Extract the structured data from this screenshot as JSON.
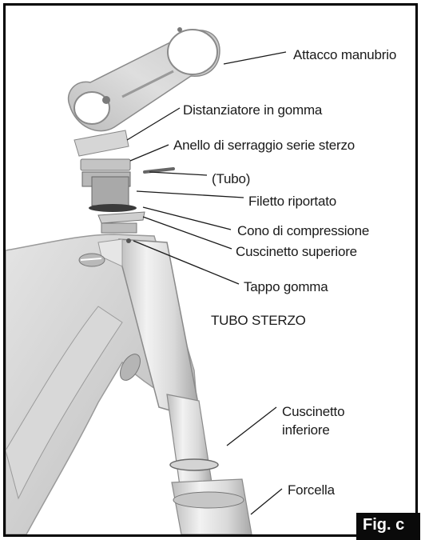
{
  "labels": {
    "attacco_manubrio": "Attacco manubrio",
    "distanziatore": "Distanziatore in gomma",
    "anello": "Anello di serraggio serie sterzo",
    "tubo": "(Tubo)",
    "filetto": "Filetto riportato",
    "cono": "Cono di compressione",
    "cuscinetto_superiore": "Cuscinetto superiore",
    "tappo": "Tappo gomma",
    "tubo_sterzo": "TUBO STERZO",
    "cuscinetto_inferiore_1": "Cuscinetto",
    "cuscinetto_inferiore_2": "inferiore",
    "forcella": "Forcella"
  },
  "figure_tag": "Fig. c",
  "colors": {
    "frame": "#000000",
    "line": "#1a1a1a",
    "tab": "#0a0a0a"
  }
}
